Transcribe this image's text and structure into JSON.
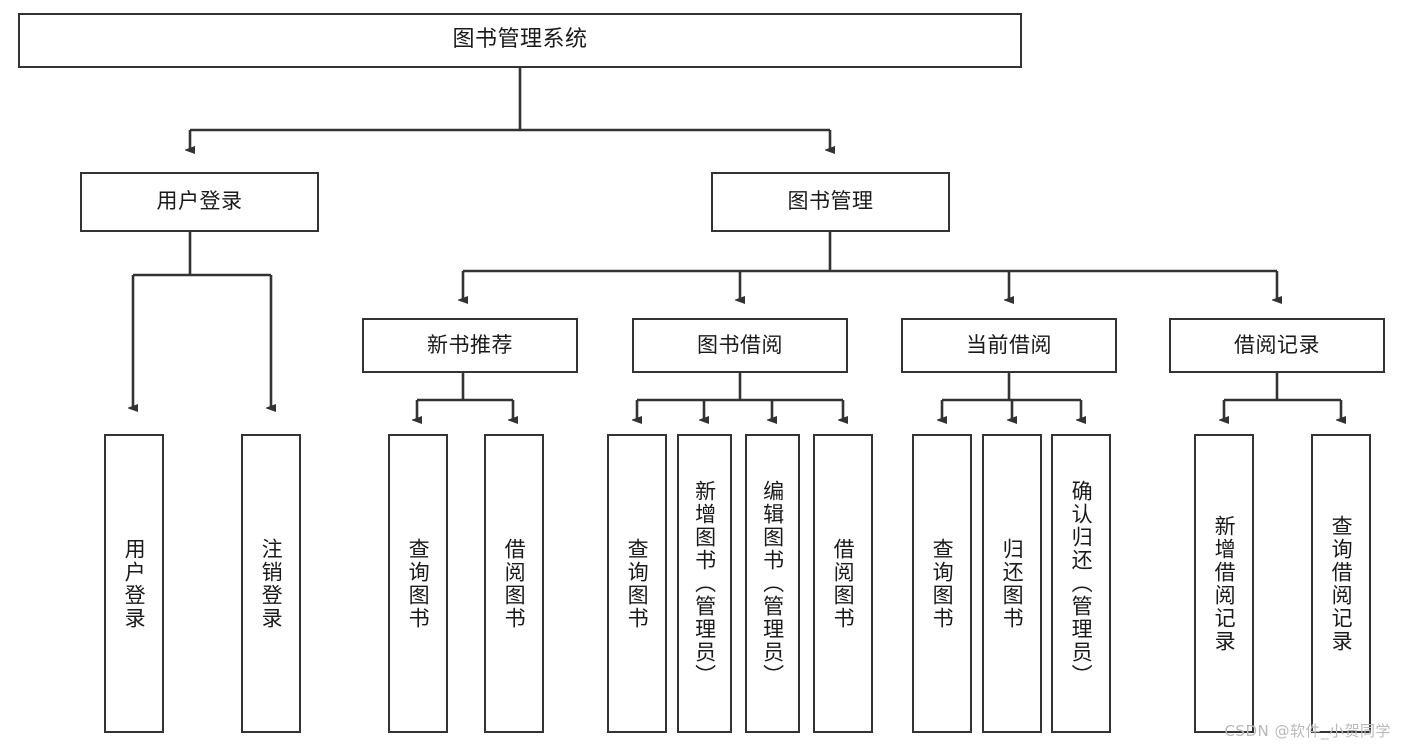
{
  "diagram": {
    "title": "图书管理系统",
    "type": "tree-hierarchy-chart",
    "watermark": "CSDN @软件_小贺同学",
    "stroke_color": "#333333",
    "fill_color": "#ffffff",
    "text_color": "#1a1a1a",
    "watermark_color": "#b9b9b9"
  },
  "nodes": {
    "root": {
      "label": "图书管理系统",
      "orientation": "horizontal"
    },
    "level2": [
      {
        "id": "user-login",
        "label": "用户登录",
        "orientation": "horizontal"
      },
      {
        "id": "book-manage",
        "label": "图书管理",
        "orientation": "horizontal"
      }
    ],
    "level3": [
      {
        "id": "new-book-recommend",
        "label": "新书推荐",
        "orientation": "horizontal"
      },
      {
        "id": "book-borrow",
        "label": "图书借阅",
        "orientation": "horizontal"
      },
      {
        "id": "current-borrow",
        "label": "当前借阅",
        "orientation": "horizontal"
      },
      {
        "id": "borrow-record",
        "label": "借阅记录",
        "orientation": "horizontal"
      }
    ],
    "leaves": [
      {
        "id": "leaf-user-login",
        "label": "用户登录",
        "orientation": "vertical",
        "parent": "user-login"
      },
      {
        "id": "leaf-logout",
        "label": "注销登录",
        "orientation": "vertical",
        "parent": "user-login"
      },
      {
        "id": "leaf-query-book-1",
        "label": "查询图书",
        "orientation": "vertical",
        "parent": "new-book-recommend"
      },
      {
        "id": "leaf-borrow-book-1",
        "label": "借阅图书",
        "orientation": "vertical",
        "parent": "new-book-recommend"
      },
      {
        "id": "leaf-query-book-2",
        "label": "查询图书",
        "orientation": "vertical",
        "parent": "book-borrow"
      },
      {
        "id": "leaf-add-book",
        "label": "新增图书（管理员）",
        "orientation": "vertical",
        "parent": "book-borrow"
      },
      {
        "id": "leaf-edit-book",
        "label": "编辑图书（管理员）",
        "orientation": "vertical",
        "parent": "book-borrow"
      },
      {
        "id": "leaf-borrow-book-2",
        "label": "借阅图书",
        "orientation": "vertical",
        "parent": "book-borrow"
      },
      {
        "id": "leaf-query-book-3",
        "label": "查询图书",
        "orientation": "vertical",
        "parent": "current-borrow"
      },
      {
        "id": "leaf-return-book",
        "label": "归还图书",
        "orientation": "vertical",
        "parent": "current-borrow"
      },
      {
        "id": "leaf-confirm-return",
        "label": "确认归还（管理员）",
        "orientation": "vertical",
        "parent": "current-borrow"
      },
      {
        "id": "leaf-add-record",
        "label": "新增借阅记录",
        "orientation": "vertical",
        "parent": "borrow-record"
      },
      {
        "id": "leaf-query-record",
        "label": "查询借阅记录",
        "orientation": "vertical",
        "parent": "borrow-record"
      }
    ]
  }
}
